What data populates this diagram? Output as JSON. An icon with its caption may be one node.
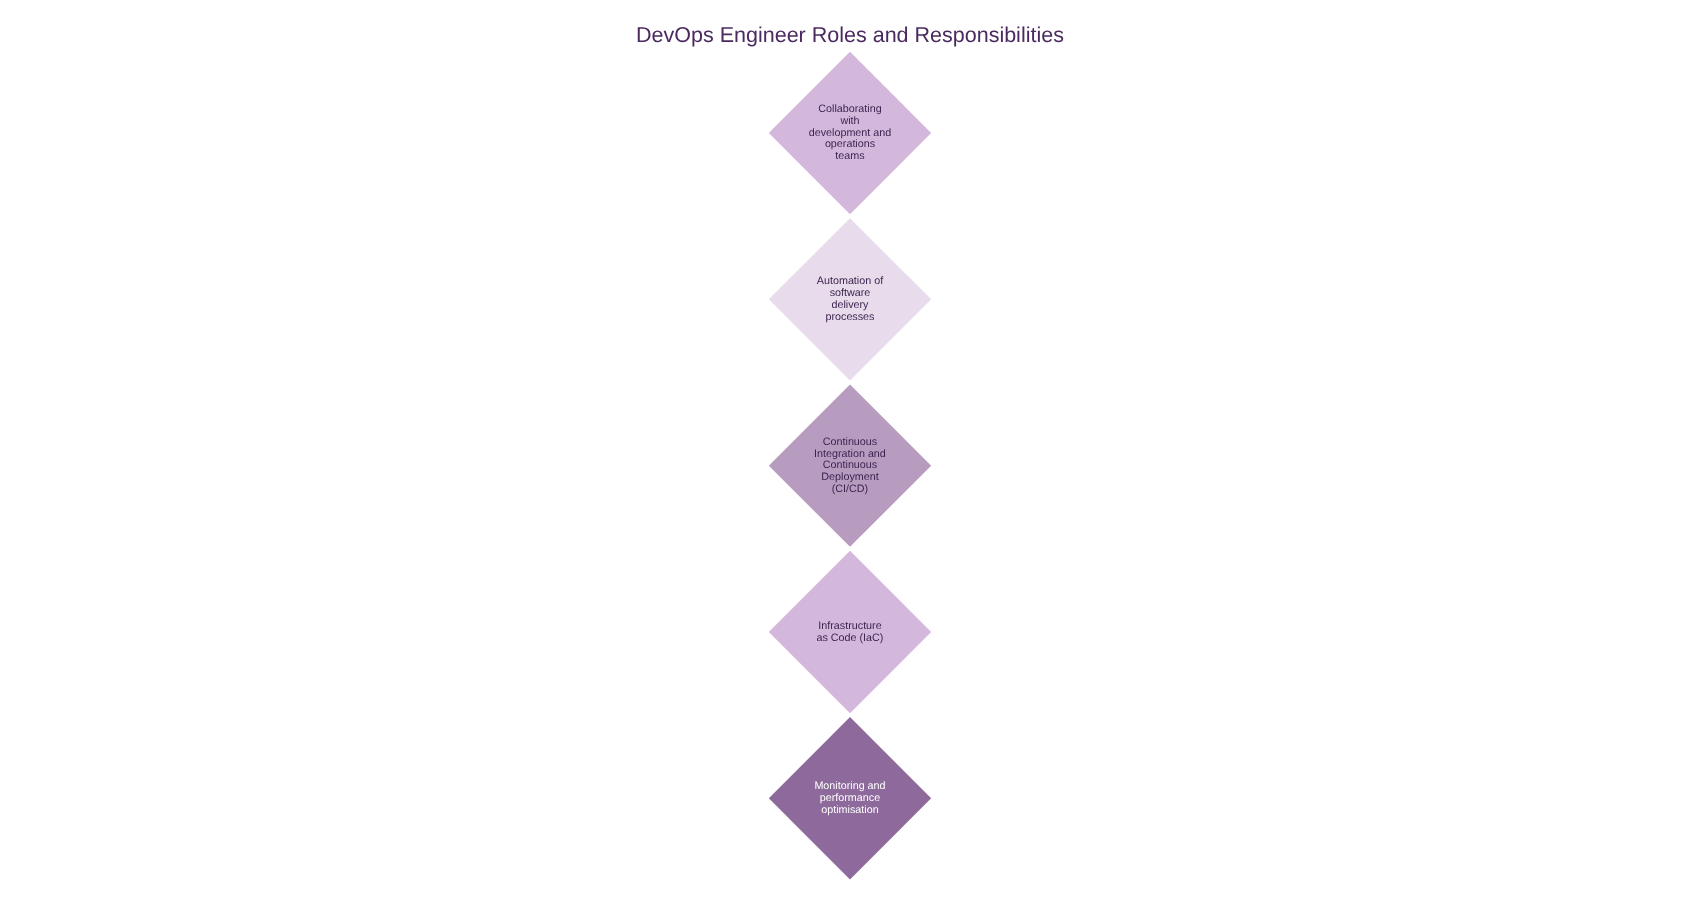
{
  "diagram": {
    "title": "DevOps Engineer Roles and Responsibilities",
    "nodes": [
      {
        "text": [
          "Collaborating with development and operations teams"
        ]
      },
      {
        "text": [
          "Automation of software delivery processes"
        ]
      },
      {
        "text": [
          "Continuous Integration and Continuous Deployment (CI/CD)"
        ]
      },
      {
        "text": [
          "Infrastructure as Code (IaC)"
        ]
      },
      {
        "text": [
          "Monitoring and performance optimisation"
        ]
      }
    ]
  }
}
